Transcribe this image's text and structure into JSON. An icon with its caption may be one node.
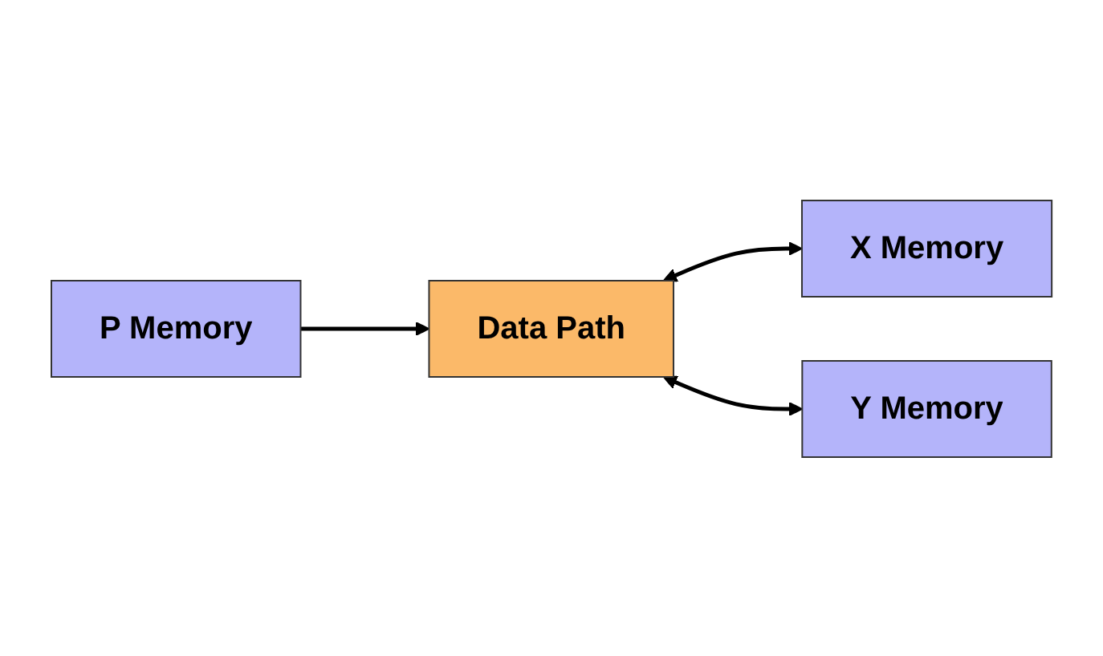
{
  "diagram": {
    "nodes": [
      {
        "text": [
          "Data Path"
        ]
      },
      {
        "text": [
          "P Memory"
        ]
      },
      {
        "text": [
          "X Memory"
        ]
      },
      {
        "text": [
          "Y Memory"
        ]
      }
    ],
    "edges": [
      {
        "from": 1,
        "to": 0,
        "arrow": "to"
      },
      {
        "from": 0,
        "to": 2,
        "arrow": "both"
      },
      {
        "from": 0,
        "to": 3,
        "arrow": "both"
      }
    ]
  }
}
